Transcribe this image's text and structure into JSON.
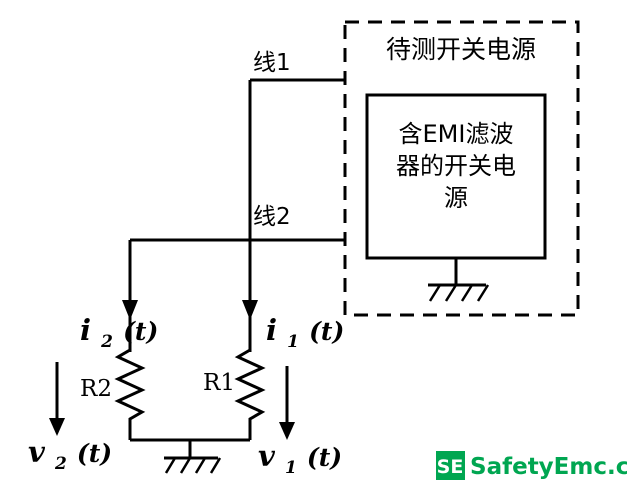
{
  "dut": {
    "label": "待测开关电源",
    "inner_lines": [
      "含EMI滤波",
      "器的开关电",
      "源"
    ]
  },
  "wires": {
    "line1": "线1",
    "line2": "线2"
  },
  "components": {
    "r1": "R1",
    "r2": "R2"
  },
  "signals": {
    "i1": {
      "base": "i",
      "sub": "1",
      "arg": "(t)"
    },
    "i2": {
      "base": "i",
      "sub": "2",
      "arg": "(t)"
    },
    "v1": {
      "base": "v",
      "sub": "1",
      "arg": "(t)"
    },
    "v2": {
      "base": "v",
      "sub": "2",
      "arg": "(t)"
    }
  },
  "watermark": {
    "badge": "SE",
    "text": "SafetyEmc.cn",
    "color": "#00A651",
    "badge_bg": "#00A651",
    "badge_fg": "#FFFFFF"
  }
}
